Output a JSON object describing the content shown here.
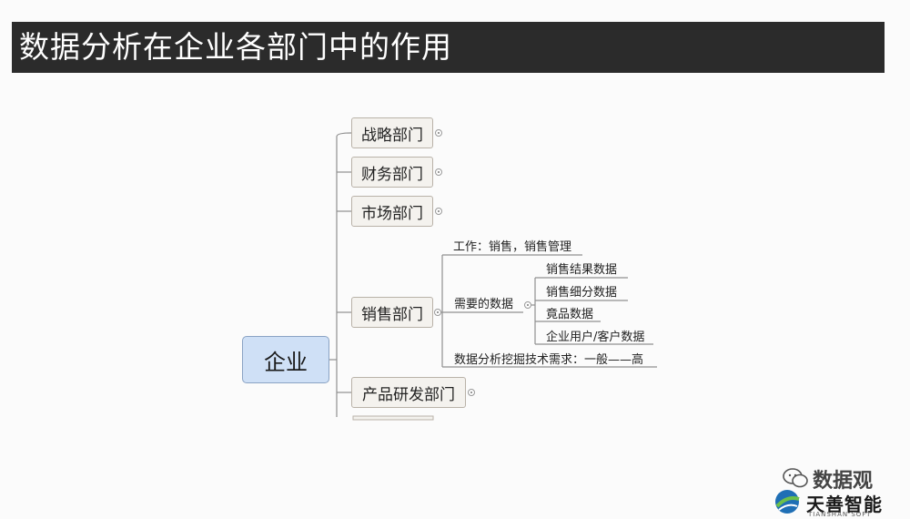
{
  "title": "数据分析在企业各部门中的作用",
  "root": "企业",
  "departments": [
    "战略部门",
    "财务部门",
    "市场部门",
    "销售部门",
    "产品研发部门"
  ],
  "sales": {
    "work": "工作：销售，销售管理",
    "needed_data_label": "需要的数据",
    "needed_data": [
      "销售结果数据",
      "销售细分数据",
      "竟品数据",
      "企业用户/客户数据"
    ],
    "tech_requirement": "数据分析挖掘技术需求：一般——高"
  },
  "watermark": {
    "channel": "数据观",
    "brand_cn": "天善智能",
    "brand_en": "TIANSHAN SOFT"
  }
}
